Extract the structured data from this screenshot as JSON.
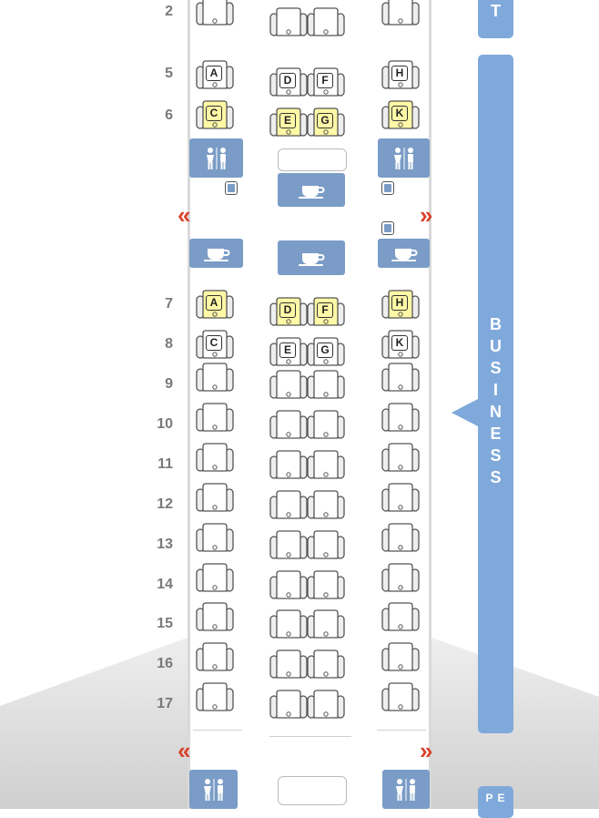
{
  "colors": {
    "seat_selected": "#fff8a6",
    "seat_default": "#ffffff",
    "amenity_blue": "#7a9cc6",
    "cabin_bar": "#7fa9da",
    "exit_red": "#d9432c",
    "row_number": "#7a7a7a"
  },
  "rows": {
    "r2": "2",
    "r5": "5",
    "r6": "6",
    "r7": "7",
    "r8": "8",
    "r9": "9",
    "r10": "10",
    "r11": "11",
    "r12": "12",
    "r13": "13",
    "r14": "14",
    "r15": "15",
    "r16": "16",
    "r17": "17"
  },
  "seats": {
    "s5A": "A",
    "s5D": "D",
    "s5F": "F",
    "s5H": "H",
    "s6C": "C",
    "s6E": "E",
    "s6G": "G",
    "s6K": "K",
    "s7A": "A",
    "s7D": "D",
    "s7F": "F",
    "s7H": "H",
    "s8C": "C",
    "s8E": "E",
    "s8G": "G",
    "s8K": "K"
  },
  "selected_seats": [
    "6C",
    "6E",
    "6G",
    "6K",
    "7A",
    "7D",
    "7F",
    "7H"
  ],
  "icons": {
    "lavatory": "lavatory-icon",
    "galley": "coffee-cup-icon",
    "exit": "exit-arrow-icon",
    "storage": "closet-icon"
  },
  "exit_glyphs": {
    "left": "«",
    "right": "»"
  },
  "cabin": {
    "top_bar_label": "T",
    "business_label": [
      "B",
      "U",
      "S",
      "I",
      "N",
      "E",
      "S",
      "S"
    ],
    "premium_economy_label": "P E"
  }
}
